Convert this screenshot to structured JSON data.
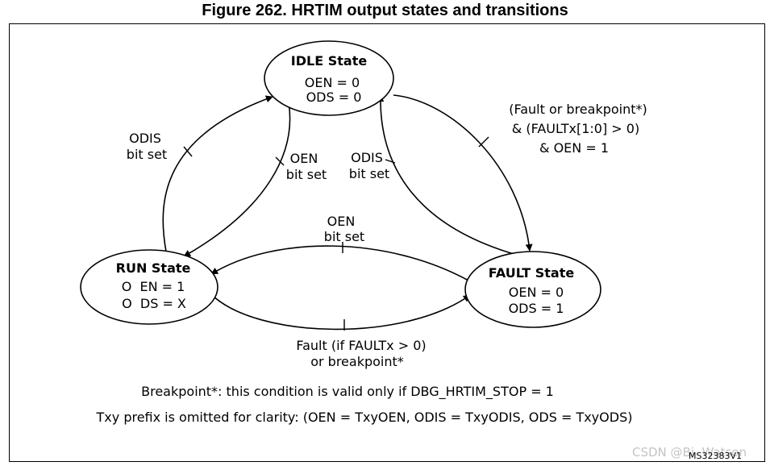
{
  "title": "Figure 262. HRTIM output states and transitions",
  "states": {
    "idle": {
      "name": "IDLE State",
      "line1": "OEN = 0",
      "line2": "ODS = 0"
    },
    "run": {
      "name": "RUN State",
      "line1": "O  EN = 1",
      "line2": "O  DS = X"
    },
    "fault": {
      "name": "FAULT State",
      "line1": "OEN = 0",
      "line2": "ODS = 1"
    }
  },
  "transitions": {
    "run_to_idle": {
      "line1": "ODIS",
      "line2": "bit set"
    },
    "idle_to_run": {
      "line1": "OEN",
      "line2": "bit set"
    },
    "fault_to_idle": {
      "line1": "ODIS",
      "line2": "bit set"
    },
    "idle_to_fault": {
      "line1": "(Fault or breakpoint*)",
      "line2": "& (FAULTx[1:0] > 0)",
      "line3": "& OEN = 1"
    },
    "fault_to_run": {
      "line1": "OEN",
      "line2": "bit set"
    },
    "run_to_fault": {
      "line1": "Fault (if FAULTx > 0)",
      "line2": "or breakpoint*"
    }
  },
  "notes": {
    "breakpoint": "Breakpoint*: this condition is valid only if DBG_HRTIM_STOP = 1",
    "prefix": "Txy prefix is omitted for clarity: (OEN = TxyOEN, ODIS = TxyODIS, ODS = TxyODS)"
  },
  "reference_code": "MS32383V1",
  "watermark": "CSDN @Bi  Watson",
  "colors": {
    "line": "#000000",
    "background": "#ffffff",
    "watermark": "#c4c4c4"
  }
}
